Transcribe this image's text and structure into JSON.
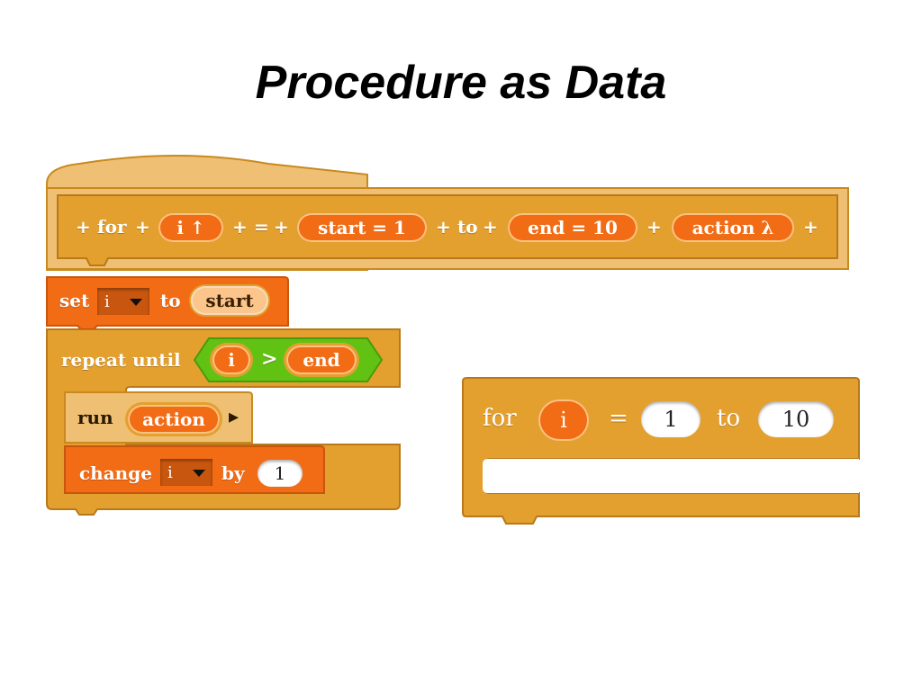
{
  "slide": {
    "title": "Procedure as Data"
  },
  "hat_block": {
    "plus": "+",
    "for": "for",
    "eq": "=",
    "to": "to",
    "param_i": "i ↑",
    "param_start": "start = 1",
    "param_end": "end = 10",
    "param_action": "action λ"
  },
  "set_block": {
    "set": "set",
    "var": "i",
    "to": "to",
    "value": "start"
  },
  "repeat_block": {
    "label": "repeat  until",
    "var": "i",
    "op": ">",
    "end": "end"
  },
  "run_block": {
    "label": "run",
    "arg": "action",
    "arrow": "▸"
  },
  "change_block": {
    "label": "change",
    "var": "i",
    "by": "by",
    "value": "1"
  },
  "for_block": {
    "for": "for",
    "var": "i",
    "eq": "=",
    "from": "1",
    "to": "to",
    "limit": "10"
  },
  "colors": {
    "control": "#e3a02e",
    "variables": "#f26b15",
    "operators": "#62c213",
    "hat": "#efc074"
  }
}
